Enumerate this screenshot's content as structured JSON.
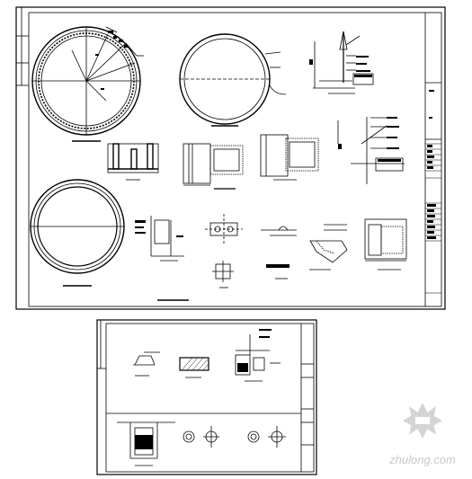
{
  "sheets": [
    {
      "id": "sheet-1"
    },
    {
      "id": "sheet-2"
    }
  ],
  "watermark": {
    "text": "zhulong.com",
    "color": "#c8c8c8"
  },
  "colors": {
    "line": "#000000",
    "background": "#ffffff"
  }
}
